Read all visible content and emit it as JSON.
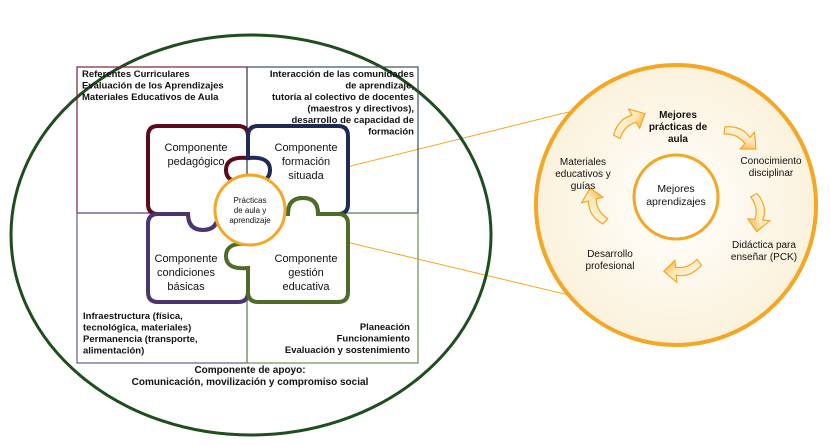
{
  "colors": {
    "outer_ring": "#1e4d1e",
    "quadrant_top_left": "#7b2232",
    "quadrant_top_right": "#3d4f5c",
    "quadrant_bottom_left": "#6b5a88",
    "quadrant_bottom_right": "#6f8f55",
    "piece_pedagogico": "#5c0a1c",
    "piece_formacion": "#1f2b55",
    "piece_condiciones": "#4a3570",
    "piece_gestion": "#4f6b2a",
    "accent_orange": "#f5a623",
    "inner_fill": "#fbf2dc",
    "text": "#111111"
  },
  "left": {
    "quadrant_top_left": {
      "lines": [
        "Referentes Curriculares",
        "Evaluación de los Aprendizajes",
        "Materiales Educativos de Aula"
      ]
    },
    "quadrant_top_right": {
      "lines": [
        "Interacción de las comunidades",
        "de aprendizaje,",
        "tutoría al colectivo de docentes",
        "(maestros y directivos),",
        "desarrollo de capacidad de",
        "formación"
      ]
    },
    "quadrant_bottom_left": {
      "lines": [
        "Infraestructura (física,",
        "tecnológica, materiales)",
        "Permanencia (transporte,",
        "alimentación)"
      ]
    },
    "quadrant_bottom_right": {
      "lines": [
        "Planeación",
        "Funcionamiento",
        "Evaluación y sostenimiento"
      ]
    },
    "pieces": {
      "pedagogico": [
        "Componente",
        "pedagógico"
      ],
      "formacion": [
        "Componente",
        "formación",
        "situada"
      ],
      "condiciones": [
        "Componente",
        "condiciones",
        "básicas"
      ],
      "gestion": [
        "Componente",
        "gestión",
        "educativa"
      ]
    },
    "center": [
      "Prácticas",
      "de aula y",
      "aprendizaje"
    ],
    "support": [
      "Componente de apoyo:",
      "Comunicación, movilización y compromiso social"
    ]
  },
  "right": {
    "center": [
      "Mejores",
      "aprendizajes"
    ],
    "top": [
      "Mejores",
      "prácticas de",
      "aula"
    ],
    "right_top": [
      "Conocimiento",
      "disciplinar"
    ],
    "right_bottom": [
      "Didáctica para",
      "enseñar (PCK)"
    ],
    "bottom_left": [
      "Desarrollo",
      "profesional"
    ],
    "left": [
      "Materiales",
      "educativos y",
      "guías"
    ]
  }
}
